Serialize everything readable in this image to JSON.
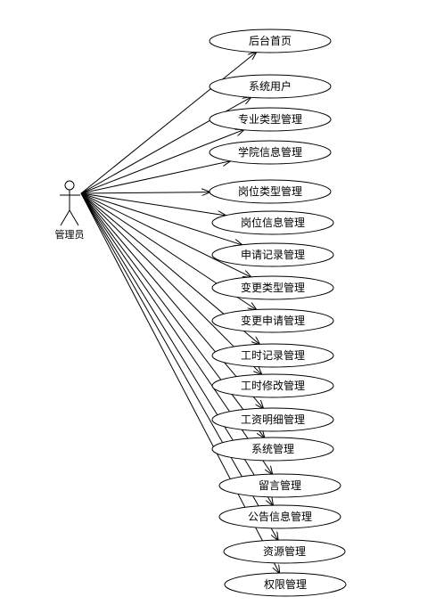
{
  "actor": {
    "label": "管理员",
    "icon": "stick-figure"
  },
  "use_cases": [
    {
      "label": "后台首页"
    },
    {
      "label": "系统用户"
    },
    {
      "label": "专业类型管理"
    },
    {
      "label": "学院信息管理"
    },
    {
      "label": "岗位类型管理"
    },
    {
      "label": "岗位信息管理"
    },
    {
      "label": "申请记录管理"
    },
    {
      "label": "变更类型管理"
    },
    {
      "label": "变更申请管理"
    },
    {
      "label": "工时记录管理"
    },
    {
      "label": "工时修改管理"
    },
    {
      "label": "工资明细管理"
    },
    {
      "label": "系统管理"
    },
    {
      "label": "留言管理"
    },
    {
      "label": "公告信息管理"
    },
    {
      "label": "资源管理"
    },
    {
      "label": "权限管理"
    }
  ],
  "colors": {
    "stroke": "#000000",
    "background": "#ffffff"
  }
}
